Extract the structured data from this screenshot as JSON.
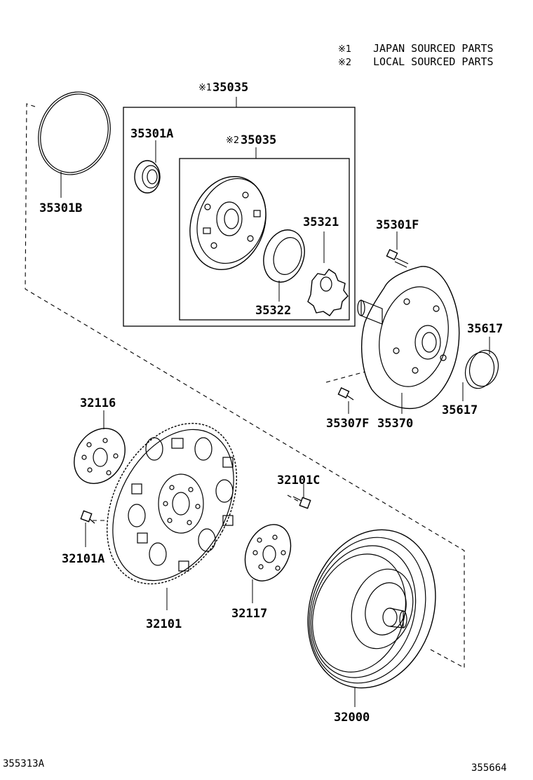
{
  "legend": [
    {
      "mark": "※1",
      "text": "JAPAN SOURCED PARTS"
    },
    {
      "mark": "※2",
      "text": "LOCAL SOURCED PARTS"
    }
  ],
  "labels": {
    "p35035_1": {
      "mark": "※1",
      "code": "35035"
    },
    "p35035_2": {
      "mark": "※2",
      "code": "35035"
    },
    "p35301A": "35301A",
    "p35301B": "35301B",
    "p35321": "35321",
    "p35322": "35322",
    "p35301F": "35301F",
    "p35617a": "35617",
    "p35617b": "35617",
    "p35307F": "35307F",
    "p35370": "35370",
    "p32116": "32116",
    "p32101C": "32101C",
    "p32101A": "32101A",
    "p32101": "32101",
    "p32117": "32117",
    "p32000": "32000"
  },
  "footer": {
    "left": "355313A",
    "right": "355664"
  }
}
